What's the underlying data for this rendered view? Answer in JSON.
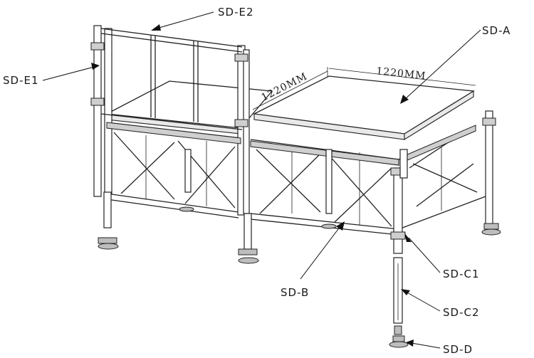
{
  "labels": {
    "sd_a": "SD-A",
    "sd_b": "SD-B",
    "sd_c1": "SD-C1",
    "sd_c2": "SD-C2",
    "sd_d": "SD-D",
    "sd_e1": "SD-E1",
    "sd_e2": "SD-E2"
  },
  "dimensions": {
    "left_edge": "1220MM",
    "top_edge": "1220MM"
  }
}
